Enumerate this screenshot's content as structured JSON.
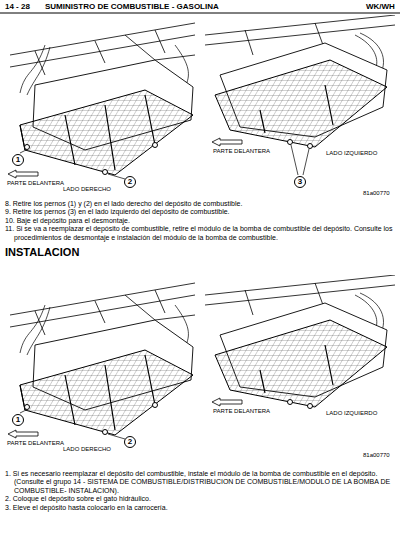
{
  "diagram": {
    "title": "SUMINISTRO DE COMBUSTIBLE - GASOLINA",
    "nodes": [
      {
        "text": [
          "1"
        ]
      },
      {
        "text": [
          "2"
        ]
      },
      {
        "text": [
          "3"
        ]
      },
      {
        "text": [
          "1"
        ]
      },
      {
        "text": [
          "2"
        ]
      }
    ],
    "labels": [
      "14 - 28",
      "WK/WH",
      "PARTE DELANTERA",
      "LADO DERECHO",
      "PARTE DELANTERA",
      "LADO IZQUIERDO",
      "81a00770",
      "8. Retire los pernos (1) y (2) en el lado derecho del depósito de combustible.",
      "9. Retire los pernos (3) en el lado izquierdo del depósito de combustible.",
      "10. Baje el depósito para el desmontaje.",
      "11. Si se va a reemplazar el depósito de combustible, retire el módulo de la bomba de combustible del depósito. Consulte los procedimientos de desmontaje e instalación del módulo de la bomba de combustible.",
      "INSTALACION",
      "PARTE DELANTERA",
      "LADO DERECHO",
      "PARTE DELANTERA",
      "LADO IZQUIERDO",
      "81a00770",
      "1. Si es necesario reemplazar el depósito del combustible, instale el módulo de la bomba de combustible en el depósito. (Consulte el grupo 14 - SISTEMA DE COMBUSTIBLE/DISTRIBUCION DE COMBUSTIBLE/MODULO DE LA BOMBA DE COMBUSTIBLE- INSTALACION).",
      "2. Coloque el depósito sobre el gato hidráulico.",
      "3. Eleve el depósito hasta colocarlo en la carrocería."
    ]
  }
}
